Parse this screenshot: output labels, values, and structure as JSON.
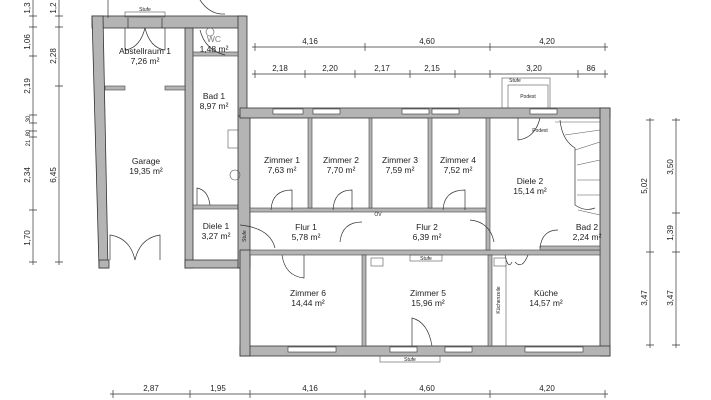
{
  "rooms": {
    "abstellraum": {
      "name": "Abstellraum 1",
      "area": "7,26 m²"
    },
    "wc": {
      "name": "WC",
      "area": "1,48 m²"
    },
    "bad1": {
      "name": "Bad 1",
      "area": "8,97 m²"
    },
    "garage": {
      "name": "Garage",
      "area": "19,35 m²"
    },
    "diele1": {
      "name": "Diele 1",
      "area": "3,27 m²"
    },
    "zimmer1": {
      "name": "Zimmer 1",
      "area": "7,63 m²"
    },
    "zimmer2": {
      "name": "Zimmer 2",
      "area": "7,70 m²"
    },
    "zimmer3": {
      "name": "Zimmer 3",
      "area": "7,59 m²"
    },
    "zimmer4": {
      "name": "Zimmer 4",
      "area": "7,52 m²"
    },
    "diele2": {
      "name": "Diele 2",
      "area": "15,14 m²"
    },
    "flur1": {
      "name": "Flur 1",
      "area": "5,78 m²"
    },
    "flur2": {
      "name": "Flur 2",
      "area": "6,39 m²"
    },
    "bad2": {
      "name": "Bad 2",
      "area": "2,24 m²"
    },
    "zimmer6": {
      "name": "Zimmer 6",
      "area": "14,44 m²"
    },
    "zimmer5": {
      "name": "Zimmer 5",
      "area": "15,96 m²"
    },
    "kueche": {
      "name": "Küche",
      "area": "14,57 m²"
    }
  },
  "labels": {
    "stufe": "Stufe",
    "podest": "Podest",
    "kuechenzeile": "Küchenzeile",
    "ov": "ÖV"
  },
  "dimensions": {
    "top1": [
      "4,16",
      "4,60",
      "4,20"
    ],
    "top2": [
      "2,18",
      "2,20",
      "2,17",
      "2,15",
      "3,20",
      "86"
    ],
    "bottom": [
      "2,87",
      "1,95",
      "4,16",
      "4,60",
      "4,20"
    ],
    "left1": [
      "1,3",
      "1,06",
      "2,19",
      "80",
      "30",
      "21",
      "2,34",
      "1,70"
    ],
    "left2": [
      "1,2",
      "2,28",
      "6,45"
    ],
    "right1": [
      "5,02",
      "3,47"
    ],
    "right2": [
      "3,50",
      "1,39",
      "3,47"
    ]
  }
}
